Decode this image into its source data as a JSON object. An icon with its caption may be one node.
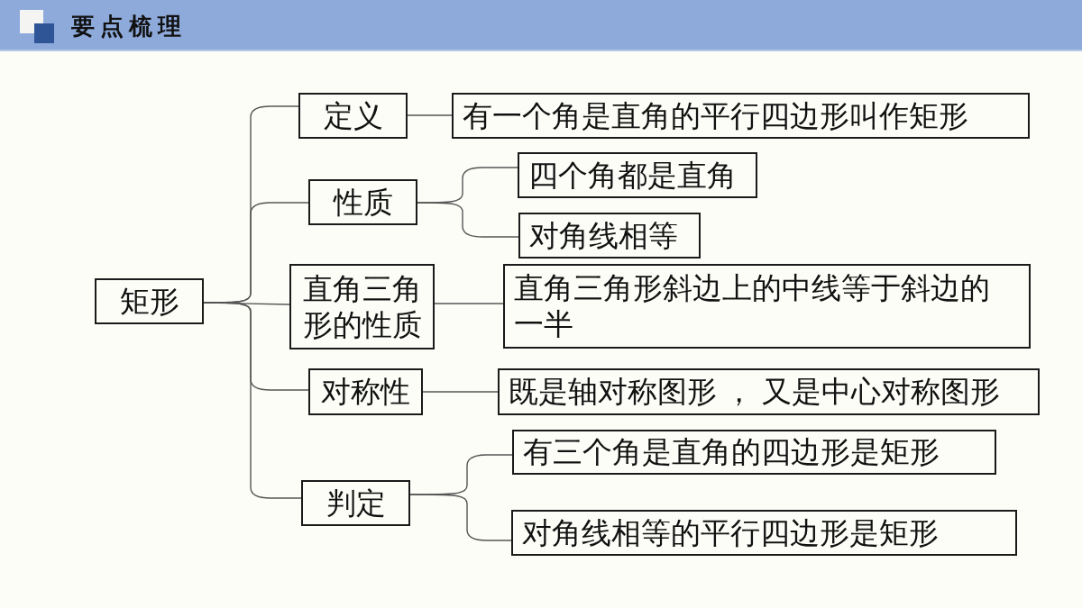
{
  "diagram": {
    "title": "要点梳理",
    "nodes": [
      {
        "text": [
          "矩形"
        ]
      },
      {
        "text": [
          "定义"
        ]
      },
      {
        "text": [
          "有一个角是直角的平行四边形叫作矩形"
        ]
      },
      {
        "text": [
          "性质"
        ]
      },
      {
        "text": [
          "四个角都是直角"
        ]
      },
      {
        "text": [
          "对角线相等"
        ]
      },
      {
        "text": [
          "直角三角形的性质"
        ]
      },
      {
        "text": [
          "直角三角形斜边上的中线等于斜边的一半"
        ]
      },
      {
        "text": [
          "对称性"
        ]
      },
      {
        "text": [
          "既是轴对称图形 ， 又是中心对称图形"
        ]
      },
      {
        "text": [
          "判定"
        ]
      },
      {
        "text": [
          "有三个角是直角的四边形是矩形"
        ]
      },
      {
        "text": [
          "对角线相等的平行四边形是矩形"
        ]
      }
    ],
    "edges": [
      {
        "from": 0,
        "to": 1,
        "arrow": "none"
      },
      {
        "from": 1,
        "to": 2,
        "arrow": "none"
      },
      {
        "from": 0,
        "to": 3,
        "arrow": "none"
      },
      {
        "from": 3,
        "to": 4,
        "arrow": "none"
      },
      {
        "from": 3,
        "to": 5,
        "arrow": "none"
      },
      {
        "from": 0,
        "to": 6,
        "arrow": "none"
      },
      {
        "from": 6,
        "to": 7,
        "arrow": "none"
      },
      {
        "from": 0,
        "to": 8,
        "arrow": "none"
      },
      {
        "from": 8,
        "to": 9,
        "arrow": "none"
      },
      {
        "from": 0,
        "to": 10,
        "arrow": "none"
      },
      {
        "from": 10,
        "to": 11,
        "arrow": "none"
      },
      {
        "from": 10,
        "to": 12,
        "arrow": "none"
      }
    ]
  }
}
